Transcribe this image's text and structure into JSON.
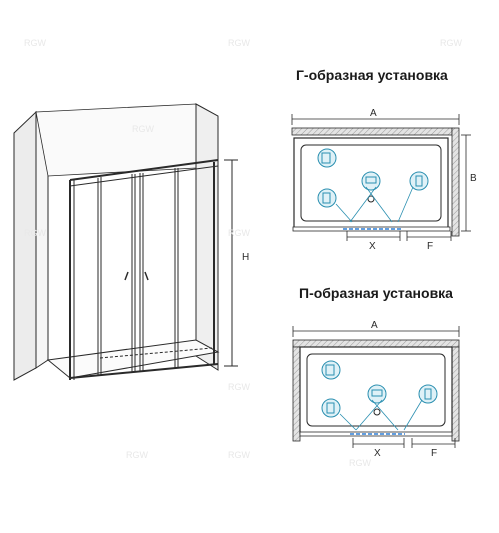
{
  "titles": {
    "g_install": "Г-образная установка",
    "p_install": "П-образная установка"
  },
  "dimensions": {
    "height": "H",
    "width": "A",
    "depth": "B",
    "opening": "X",
    "fixed": "F"
  },
  "watermark": "RGW",
  "colors": {
    "line": "#2a2a2a",
    "wall_fill": "#d9d9d9",
    "icon_stroke": "#2a8fb0",
    "icon_fill": "#dff1f7",
    "arrow": "#2f7fd6"
  }
}
